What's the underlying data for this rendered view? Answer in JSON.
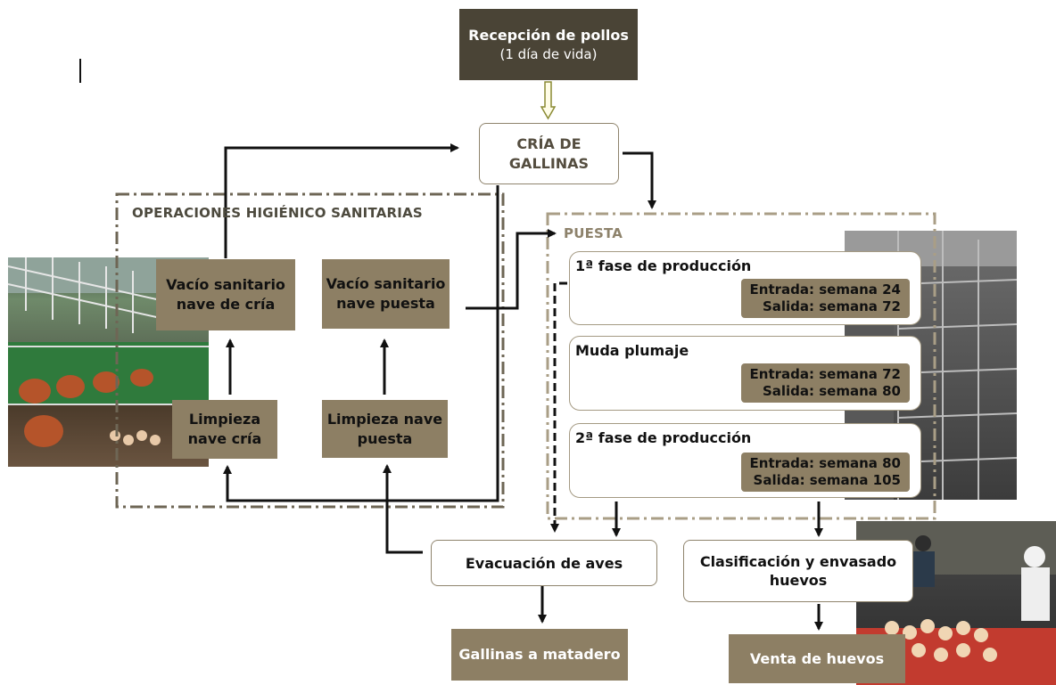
{
  "reception": {
    "title": "Recepción de pollos",
    "subtitle": "(1 día de vida)"
  },
  "cria": {
    "label_line1": "CRÍA DE",
    "label_line2": "GALLINAS"
  },
  "hygiene": {
    "title": "OPERACIONES HIGIÉNICO SANITARIAS",
    "vacio_cria": {
      "line1": "Vacío sanitario",
      "line2": "nave de cría"
    },
    "vacio_puesta": {
      "line1": "Vacío sanitario",
      "line2": "nave puesta"
    },
    "limpieza_cria": {
      "line1": "Limpieza",
      "line2": "nave cría"
    },
    "limpieza_puesta": {
      "line1": "Limpieza nave",
      "line2": "puesta"
    }
  },
  "puesta": {
    "title": "PUESTA",
    "phases": [
      {
        "name": "1ª fase de producción",
        "entry": "Entrada: semana 24",
        "exit": "Salida: semana 72"
      },
      {
        "name": "Muda plumaje",
        "entry": "Entrada: semana 72",
        "exit": "Salida: semana 80"
      },
      {
        "name": "2ª fase de producción",
        "entry": "Entrada: semana 80",
        "exit": "Salida: semana 105"
      }
    ]
  },
  "evacuacion": "Evacuación de aves",
  "clasificacion": {
    "line1": "Clasificación y envasado",
    "line2": "huevos"
  },
  "matadero": "Gallinas a matadero",
  "venta": "Venta de huevos",
  "colors": {
    "dark_box": "#4a4436",
    "tan_box": "#8d7f64",
    "dashed_border": "#6e6655",
    "arrow": "#111111",
    "hollow_arrow": "#8a8a33"
  }
}
